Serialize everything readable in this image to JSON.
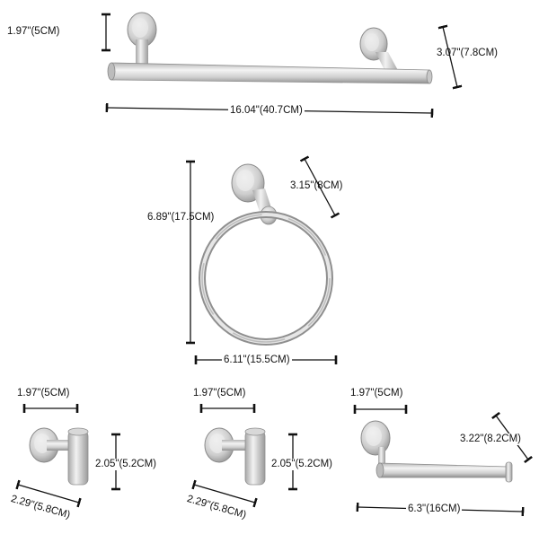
{
  "colors": {
    "metal_light": "#f2f2f2",
    "metal_mid": "#c9c9c9",
    "metal_dark": "#8e8e8e",
    "dim_line": "#111111"
  },
  "towel_bar": {
    "post_height": "1.97\"(5CM)",
    "projection": "3.07\"(7.8CM)",
    "length": "16.04\"(40.7CM)"
  },
  "towel_ring": {
    "height": "6.89\"(17.5CM)",
    "projection": "3.15\"(8CM)",
    "width": "6.11\"(15.5CM)"
  },
  "robe_hook_1": {
    "base": "1.97\"(5CM)",
    "height": "2.05\"(5.2CM)",
    "depth": "2.29\"(5.8CM)"
  },
  "robe_hook_2": {
    "base": "1.97\"(5CM)",
    "height": "2.05\"(5.2CM)",
    "depth": "2.29\"(5.8CM)"
  },
  "paper_holder": {
    "base": "1.97\"(5CM)",
    "projection": "3.22\"(8.2CM)",
    "length": "6.3\"(16CM)"
  }
}
